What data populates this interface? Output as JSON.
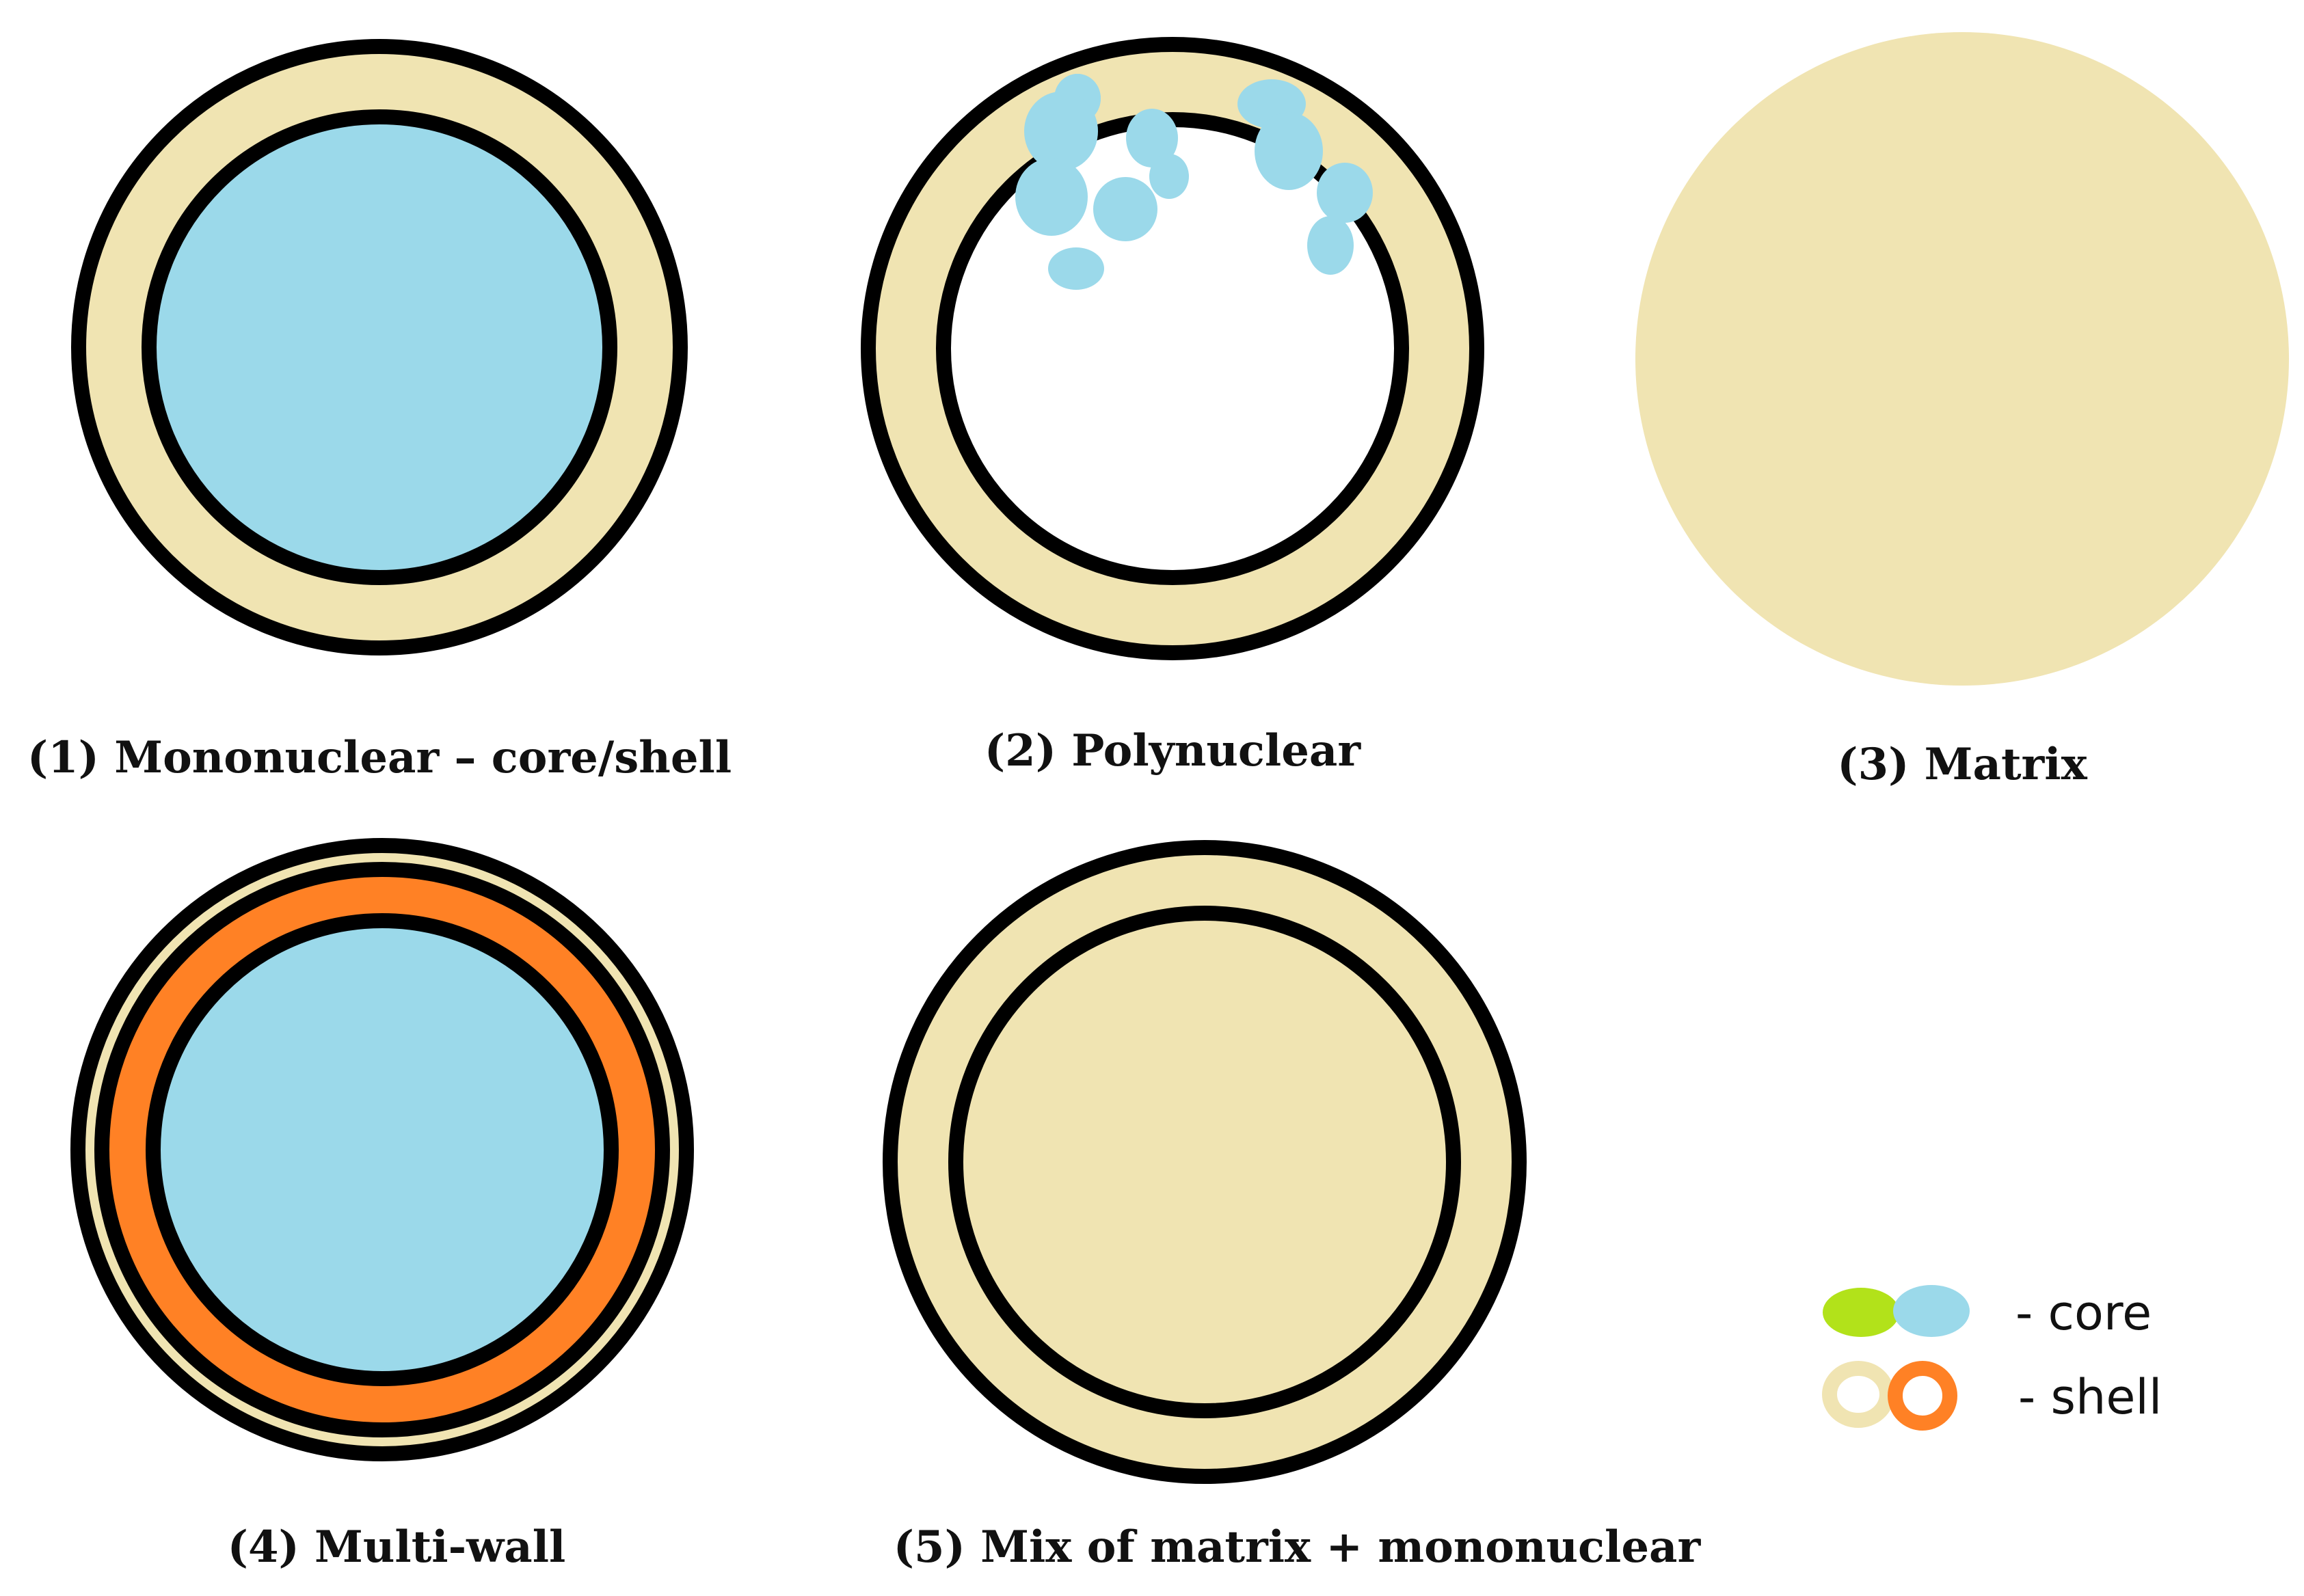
{
  "figure": {
    "colors": {
      "core_blue": "#9BD9EA",
      "core_green": "#B2E21A",
      "shell_beige": "#F0E4B2",
      "shell_orange": "#FF8125",
      "outline": "#000000",
      "background": "#FFFFFF"
    },
    "panels": [
      {
        "id": 1,
        "caption": "(1) Mononuclear – core/shell"
      },
      {
        "id": 2,
        "caption": "(2) Polynuclear"
      },
      {
        "id": 3,
        "caption": "(3) Matrix"
      },
      {
        "id": 4,
        "caption": "(4) Multi-wall"
      },
      {
        "id": 5,
        "caption": "(5) Mix of matrix + mononuclear"
      }
    ],
    "legend": {
      "core_label": "- core",
      "shell_label": "- shell"
    }
  }
}
